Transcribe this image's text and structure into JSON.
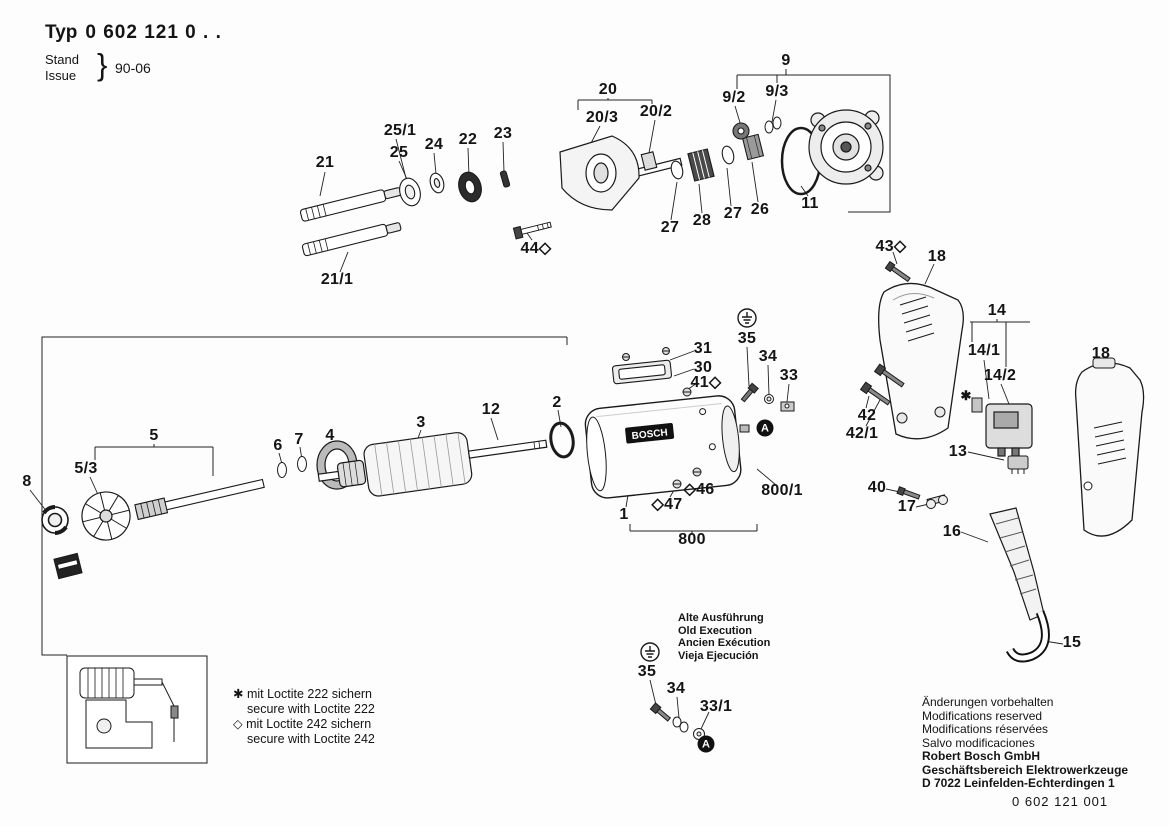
{
  "page": {
    "title_label": "Typ",
    "title_number": "0 602 121 0 . .",
    "stand": "Stand",
    "issue": "Issue",
    "brace": "}",
    "revision": "90-06",
    "doc_number": "0 602 121 001"
  },
  "brand": {
    "label": "BOSCH"
  },
  "markers": {
    "circled_a": "A",
    "star": "✱"
  },
  "labels": {
    "n21": "21",
    "n25_1": "25/1",
    "n25": "25",
    "n24": "24",
    "n22": "22",
    "n23": "23",
    "n20": "20",
    "n20_3": "20/3",
    "n20_2": "20/2",
    "n9": "9",
    "n9_2": "9/2",
    "n9_3": "9/3",
    "n27a": "27",
    "n28": "28",
    "n27b": "27",
    "n26": "26",
    "n11": "11",
    "n44": "44◇",
    "n21_1": "21/1",
    "n43": "43◇",
    "n18a": "18",
    "n14": "14",
    "n14_1": "14/1",
    "n14_2": "14/2",
    "n18b": "18",
    "n31": "31",
    "n30": "30",
    "n41": "41◇",
    "n35a": "35",
    "n34a": "34",
    "n33": "33",
    "n42": "42",
    "n42_1": "42/1",
    "n13": "13",
    "n40": "40",
    "n17": "17",
    "n16": "16",
    "n5": "5",
    "n5_3": "5/3",
    "n8": "8",
    "n6": "6",
    "n7": "7",
    "n4": "4",
    "n3": "3",
    "n12": "12",
    "n2": "2",
    "n1": "1",
    "n47": "◇47",
    "n46": "◇46",
    "n800_1": "800/1",
    "n800": "800",
    "n15": "15",
    "n35b": "35",
    "n34b": "34",
    "n33_1": "33/1"
  },
  "notes": {
    "old_execution": [
      "Alte Ausführung",
      "Old Execution",
      "Ancien Exécution",
      "Vieja Ejecución"
    ],
    "loctite": [
      "✱ mit Loctite 222 sichern",
      "secure with Loctite 222",
      "◇ mit Loctite 242 sichern",
      "secure with Loctite 242"
    ],
    "modifications": [
      "Änderungen vorbehalten",
      "Modifications reserved",
      "Modifications réservées",
      "Salvo modificaciones"
    ],
    "company": [
      "Robert Bosch GmbH",
      "Geschäftsbereich Elektrowerkzeuge",
      "D 7022 Leinfelden-Echterdingen 1"
    ]
  }
}
